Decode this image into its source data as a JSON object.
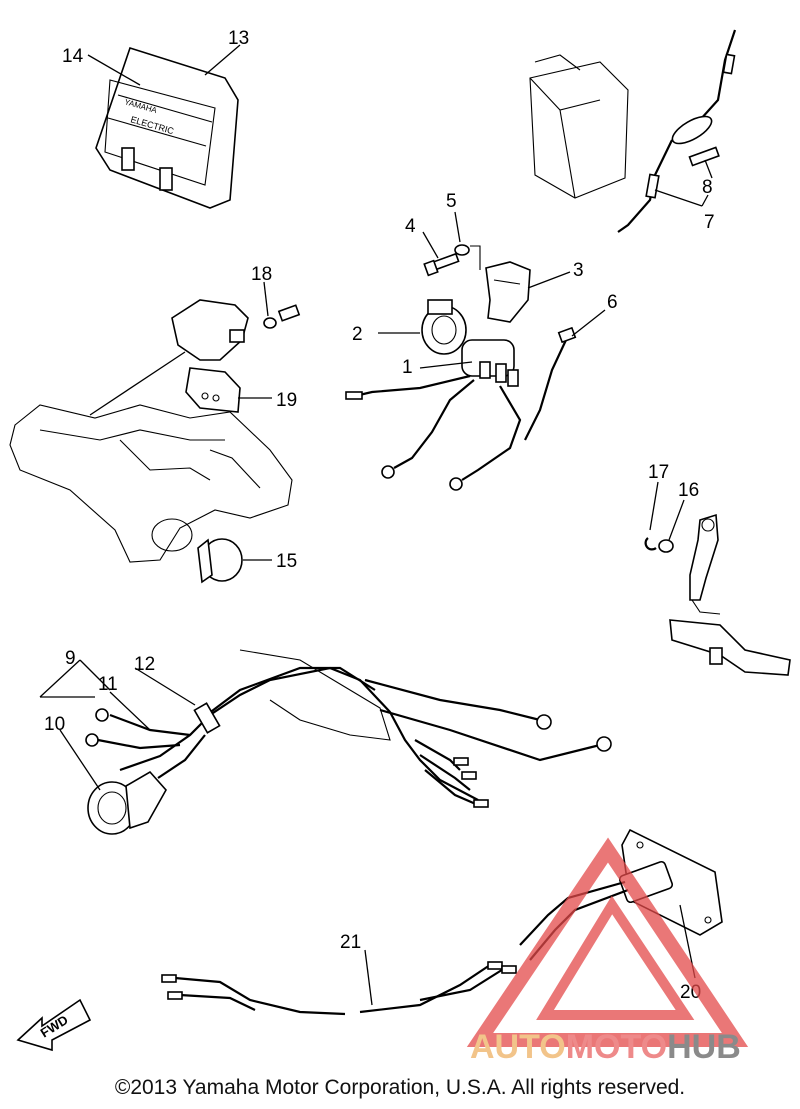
{
  "callouts": {
    "c1": "1",
    "c2": "2",
    "c3": "3",
    "c4": "4",
    "c5": "5",
    "c6": "6",
    "c7": "7",
    "c8": "8",
    "c9": "9",
    "c10": "10",
    "c11": "11",
    "c12": "12",
    "c13": "13",
    "c14": "14",
    "c15": "15",
    "c16": "16",
    "c17": "17",
    "c18": "18",
    "c19": "19",
    "c20": "20",
    "c21": "21"
  },
  "box_label": {
    "brand": "YAMAHA",
    "model": "ELECTRIC"
  },
  "fwd_label": "FWD",
  "watermark": {
    "part1": "AUTO",
    "part2": "MOTO",
    "part3": "HUB"
  },
  "copyright": "©2013 Yamaha Motor Corporation, U.S.A. All rights reserved.",
  "colors": {
    "line": "#000000",
    "watermark_red": "#e34a4a",
    "watermark_orange": "#f2c48a",
    "watermark_gray": "#8a8a8a"
  }
}
